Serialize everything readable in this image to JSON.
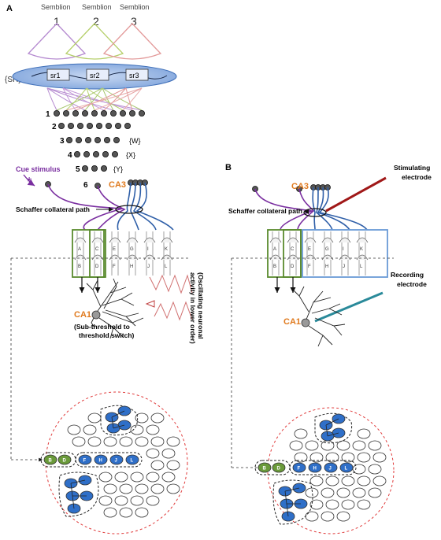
{
  "panel_a": {
    "label": "A",
    "semblions": [
      {
        "title": "Semblion",
        "number": "1"
      },
      {
        "title": "Semblion",
        "number": "2"
      },
      {
        "title": "Semblion",
        "number": "3"
      }
    ],
    "sr_label": "{SR}",
    "sr_items": [
      "sr1",
      "sr2",
      "sr3"
    ],
    "row_numbers": [
      "1",
      "2",
      "3",
      "4",
      "5",
      "6"
    ],
    "set_labels": [
      "{W}",
      "{X}",
      "{Y}"
    ],
    "cue_label": "Cue stimulus",
    "cue_star": "*",
    "ca3": "CA3",
    "schaffer": "Schaffer collateral path",
    "neuron_letters": [
      "A",
      "B",
      "C",
      "D",
      "E",
      "F",
      "G",
      "H",
      "I",
      "J",
      "K",
      "L"
    ],
    "ca1": "CA1",
    "subthreshold": [
      "(Sub-threshold to",
      "threshold switch)"
    ],
    "oscillating": [
      "(Oscillating neuronal",
      "activity in lower order)"
    ],
    "pill_letters": [
      "B",
      "D",
      "F",
      "H",
      "J",
      "L"
    ]
  },
  "panel_b": {
    "label": "B",
    "ca3": "CA3",
    "schaffer": "Schaffer collateral path",
    "stim_label": [
      "Stimulating",
      "electrode"
    ],
    "rec_label": [
      "Recording",
      "electrode"
    ],
    "neuron_letters": [
      "A",
      "B",
      "C",
      "D",
      "E",
      "F",
      "G",
      "H",
      "I",
      "J",
      "K",
      "L"
    ],
    "ca1": "CA1",
    "pill_letters": [
      "B",
      "D",
      "F",
      "H",
      "J",
      "L"
    ]
  },
  "colors": {
    "purple": "#7a2fa0",
    "blue": "#2f5fa8",
    "green": "#5a8a2e",
    "orange": "#e07a1e",
    "red_dash": "#e03a3a",
    "light_blue_box": "#6a9ad6",
    "stim_red": "#a01818",
    "rec_teal": "#2a8a9a"
  }
}
